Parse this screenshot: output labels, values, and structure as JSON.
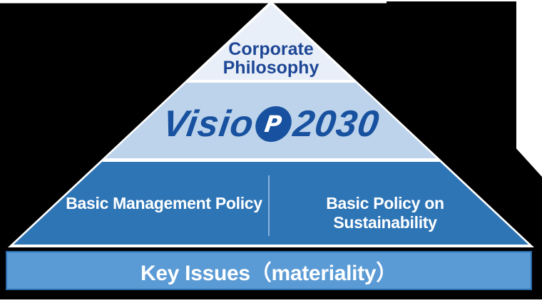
{
  "colors": {
    "canvas-bg": "#000000",
    "page-white": "#ffffff",
    "tier1-fill": "#e9eff8",
    "tier2-fill": "#bdd3eb",
    "tier3-fill": "#2e75b6",
    "bar-fill": "#5b9bd5",
    "bar-border": "#2a6dae",
    "dark-blue-text": "#1d4796",
    "logo-blue": "#17519f",
    "divider": "#8ab1da",
    "white-text": "#ffffff"
  },
  "pyramid": {
    "tier1": {
      "label": "Corporate Philosophy"
    },
    "tier2": {
      "logo_prefix": "Visio",
      "logo_mark": "P",
      "logo_suffix": "2030",
      "alt": "Vision 2030"
    },
    "tier3": {
      "left_label": "Basic Management Policy",
      "right_label": "Basic Policy on Sustainability"
    }
  },
  "base_bar": {
    "label": "Key Issues（materiality）"
  }
}
